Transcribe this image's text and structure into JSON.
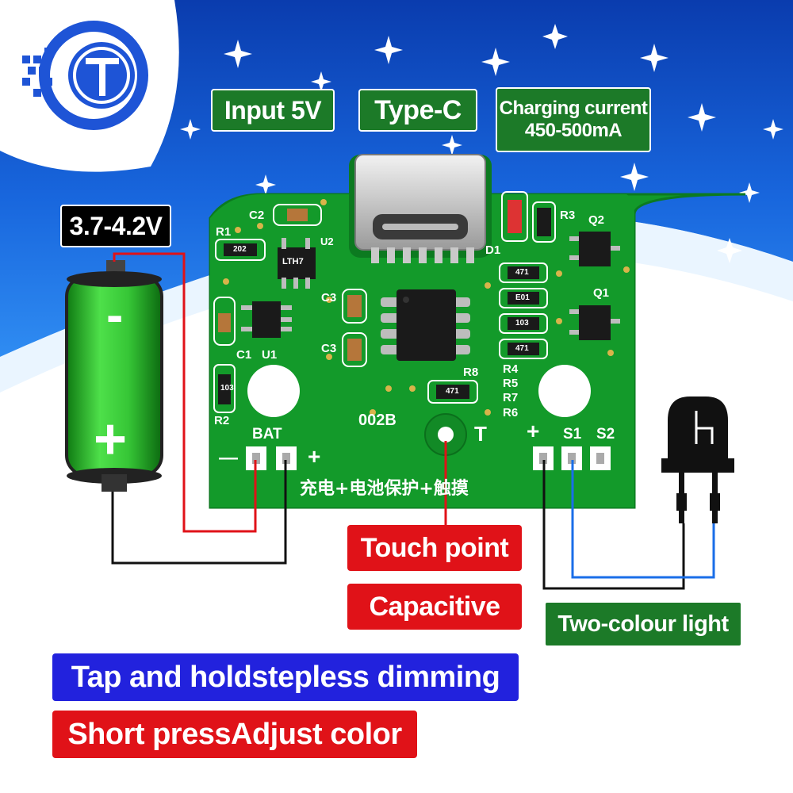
{
  "labels": {
    "input": "Input 5V",
    "type_c": "Type-C",
    "charging_current_title": "Charging current",
    "charging_current_value": "450-500mA",
    "battery_voltage": "3.7-4.2V",
    "touch_point": "Touch point",
    "capacitive": "Capacitive",
    "two_colour": "Two-colour light",
    "tap_hold": "Tap and holdstepless dimming",
    "short_press": "Short pressAdjust color"
  },
  "battery": {
    "minus": "-",
    "plus": "+"
  },
  "pcb": {
    "c2": "C2",
    "r1": "R1",
    "u2": "U2",
    "chip_u2": "LTH7",
    "r1_code": "202",
    "c3a": "C3",
    "c3b": "C3",
    "c1": "C1",
    "u1": "U1",
    "r2": "R2",
    "r2_code": "103",
    "d1": "D1",
    "r3": "R3",
    "q2": "Q2",
    "q1": "Q1",
    "r4": "R4",
    "r5": "R5",
    "r7": "R7",
    "r6": "R6",
    "r8": "R8",
    "code_471a": "471",
    "code_e01": "E01",
    "code_103": "103",
    "code_471b": "471",
    "code_r8": "471",
    "board_id": "002B",
    "bat": "BAT",
    "bat_minus": "—",
    "bat_plus": "+",
    "touch": "T",
    "led_plus": "+",
    "s1": "S1",
    "s2": "S2",
    "chinese": "充电+电池保护+触摸"
  },
  "colors": {
    "sky_dark": "#0a3fb8",
    "sky_light": "#2d8cf0",
    "pcb_green": "#139a2a",
    "wire_red": "#e01218",
    "wire_blue": "#1a6ee8",
    "wire_black": "#111111",
    "tag_green": "#1c7a28",
    "tag_red": "#e01218",
    "tag_blue": "#2222dd"
  },
  "logo": {
    "letter": "T"
  }
}
